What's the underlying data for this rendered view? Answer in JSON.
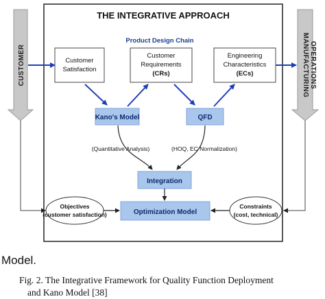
{
  "diagram": {
    "title": "THE INTEGRATIVE APPROACH",
    "chain_label": "Product Design Chain",
    "left_bar": "CUSTOMER",
    "right_bar_line1": "MANUFACTURING",
    "right_bar_line2": "OPERATIONS",
    "boxes": {
      "customer_satisfaction": [
        "Customer",
        "Satisfaction"
      ],
      "customer_requirements": [
        "Customer",
        "Requirements",
        "(CRs)"
      ],
      "engineering_characteristics": [
        "Engineering",
        "Characteristics",
        "(ECs)"
      ]
    },
    "kano_model": "Kano's Model",
    "qfd": "QFD",
    "quantitative_analysis": "(Quantitative Analysis)",
    "hoq_note": "(HOQ, EC Normalization)",
    "integration": "Integration",
    "optimization_model": "Optimization Model",
    "objectives": [
      "Objectives",
      "(customer satisfaction)"
    ],
    "constraints": [
      "Constraints",
      "(cost, technical)"
    ],
    "colors": {
      "blue_box": "#a9c6ec",
      "blue_box_border": "#7fa6d8",
      "gray_bar": "#c8c8c8",
      "arrow_blue": "#1f3fb4",
      "arrow_dark": "#222222",
      "chain_text": "#1a3c8c"
    }
  },
  "model_label": "Model.",
  "caption": {
    "line1": "Fig. 2. The Integrative Framework for Quality Function Deployment",
    "line2": "and Kano Model [38]"
  }
}
